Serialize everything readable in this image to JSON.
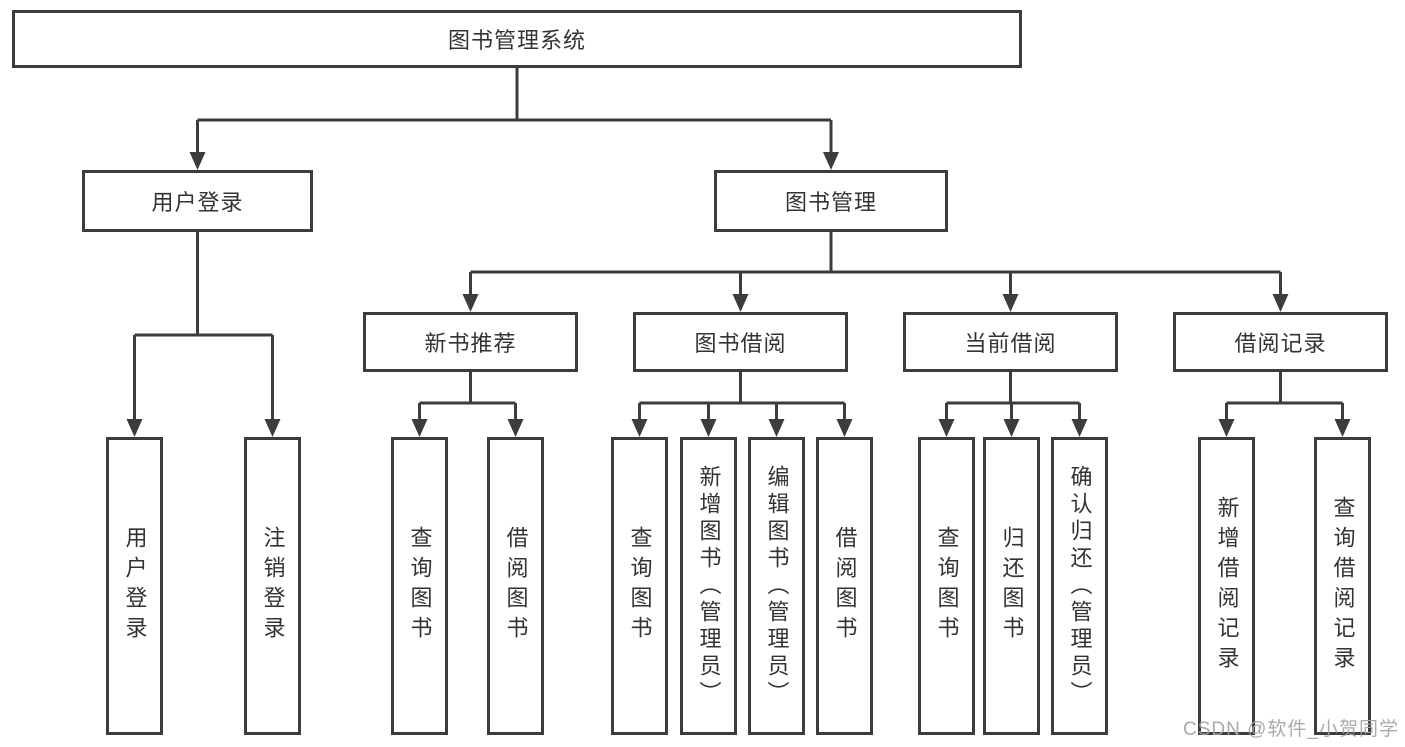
{
  "tree": {
    "root": {
      "label": "图书管理系统"
    },
    "branches": [
      {
        "label": "用户登录",
        "children": [
          {
            "label": "用户登录"
          },
          {
            "label": "注销登录"
          }
        ]
      },
      {
        "label": "图书管理",
        "children": [
          {
            "label": "新书推荐",
            "children": [
              {
                "label": "查询图书"
              },
              {
                "label": "借阅图书"
              }
            ]
          },
          {
            "label": "图书借阅",
            "children": [
              {
                "label": "查询图书"
              },
              {
                "label": "新增图书（管理员）"
              },
              {
                "label": "编辑图书（管理员）"
              },
              {
                "label": "借阅图书"
              }
            ]
          },
          {
            "label": "当前借阅",
            "children": [
              {
                "label": "查询图书"
              },
              {
                "label": "归还图书"
              },
              {
                "label": "确认归还（管理员）"
              }
            ]
          },
          {
            "label": "借阅记录",
            "children": [
              {
                "label": "新增借阅记录"
              },
              {
                "label": "查询借阅记录"
              }
            ]
          }
        ]
      }
    ]
  },
  "watermark": {
    "text": "CSDN @软件_小贺同学"
  },
  "colors": {
    "line": "#3c3c3c",
    "box_border": "#3c3c3c",
    "text": "#333333",
    "watermark": "#a3a3a3",
    "background": "#ffffff"
  }
}
